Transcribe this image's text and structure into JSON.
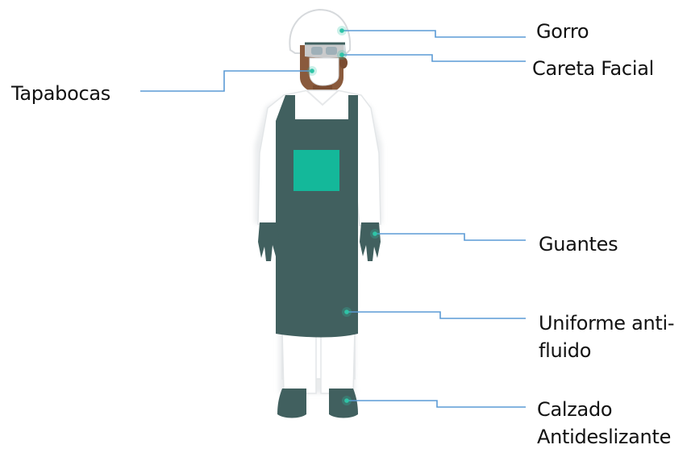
{
  "labels": {
    "gorro": "Gorro",
    "careta": "Careta Facial",
    "tapabocas": "Tapabocas",
    "guantes": "Guantes",
    "uniforme_line1": "Uniforme anti-",
    "uniforme_line2": "fluido",
    "calzado_line1": "Calzado",
    "calzado_line2": "Antideslizante"
  },
  "colors": {
    "apron": "#41605F",
    "pocket": "#14B89A",
    "leader_line": "#5B9BD5",
    "marker": "#2EC4A6",
    "skin": "#8A5A3C",
    "uniform": "#FFFFFF",
    "text": "#111111"
  }
}
